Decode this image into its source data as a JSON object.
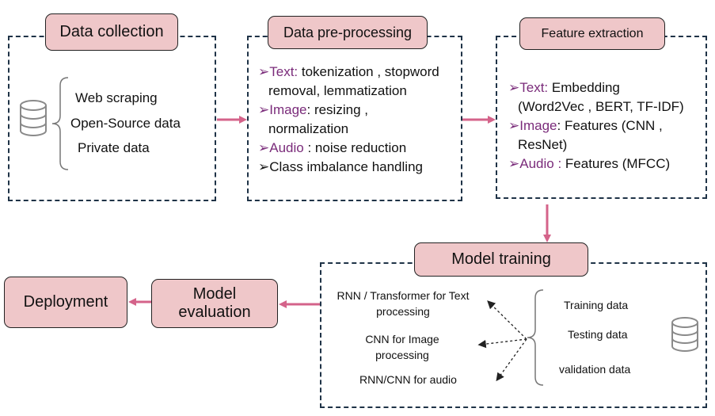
{
  "blocks": {
    "data_collection": {
      "title": "Data collection",
      "items": [
        "Web scraping",
        "Open-Source data",
        "Private data"
      ]
    },
    "preprocessing": {
      "title": "Data pre-processing",
      "text_key": "Text:",
      "text_val_1": " tokenization , stopword",
      "text_val_2": "removal, lemmatization",
      "image_key": "Image",
      "image_val_1": ": resizing ,",
      "image_val_2": "normalization",
      "audio_key": "Audio",
      "audio_val": " : noise reduction",
      "class_line": "Class imbalance handling"
    },
    "feature_extraction": {
      "title": "Feature extraction",
      "text_key": "Text:",
      "text_val_1": " Embedding",
      "text_val_2": "(Word2Vec , BERT, TF-IDF)",
      "image_key": "Image",
      "image_val_1": ": Features (CNN ,",
      "image_val_2": "ResNet)",
      "audio_key": "Audio :",
      "audio_val": " Features (MFCC)"
    },
    "model_training": {
      "title": "Model training",
      "models": [
        {
          "line1": "RNN / Transformer for Text",
          "line2": "processing"
        },
        {
          "line1": "CNN for Image",
          "line2": "processing"
        },
        {
          "line1": "RNN/CNN for audio",
          "line2": ""
        }
      ],
      "splits": [
        "Training data",
        "Testing data",
        "validation data"
      ]
    },
    "model_evaluation": {
      "title_1": "Model",
      "title_2": "evaluation"
    },
    "deployment": {
      "title": "Deployment"
    }
  },
  "glyphs": {
    "bullet": "➢",
    "class_bullet": "➢"
  },
  "colors": {
    "box_fill": "#efc7c9",
    "arrow": "#d4638a",
    "dash_border": "#1f3347",
    "highlight": "#7a2b7a"
  },
  "icons": [
    "database-icon",
    "database-icon"
  ]
}
